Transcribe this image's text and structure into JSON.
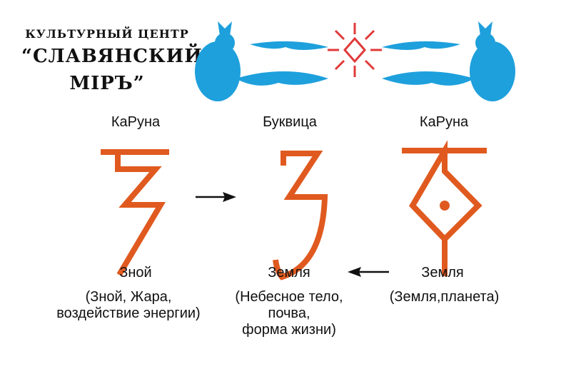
{
  "header": {
    "line1": "КУЛЬТУРНЫЙ ЦЕНТР",
    "line2": "“СЛАВЯНСКИЙ",
    "line3": "МІРЪ”"
  },
  "colors": {
    "glyph": "#e05a20",
    "ornament": "#1ea0dc",
    "sun": "#e03a3a",
    "arrow": "#111111"
  },
  "columns": [
    {
      "heading": "КаРуна",
      "name": "Зной",
      "desc": [
        "(Зной, Жара,",
        "воздействие энергии)"
      ]
    },
    {
      "heading": "Буквица",
      "name": "Земля",
      "desc": [
        "(Небесное тело,",
        "почва,",
        "форма жизни)"
      ]
    },
    {
      "heading": "КаРуна",
      "name": "Земля",
      "desc": [
        "(Земля,планета)"
      ]
    }
  ]
}
